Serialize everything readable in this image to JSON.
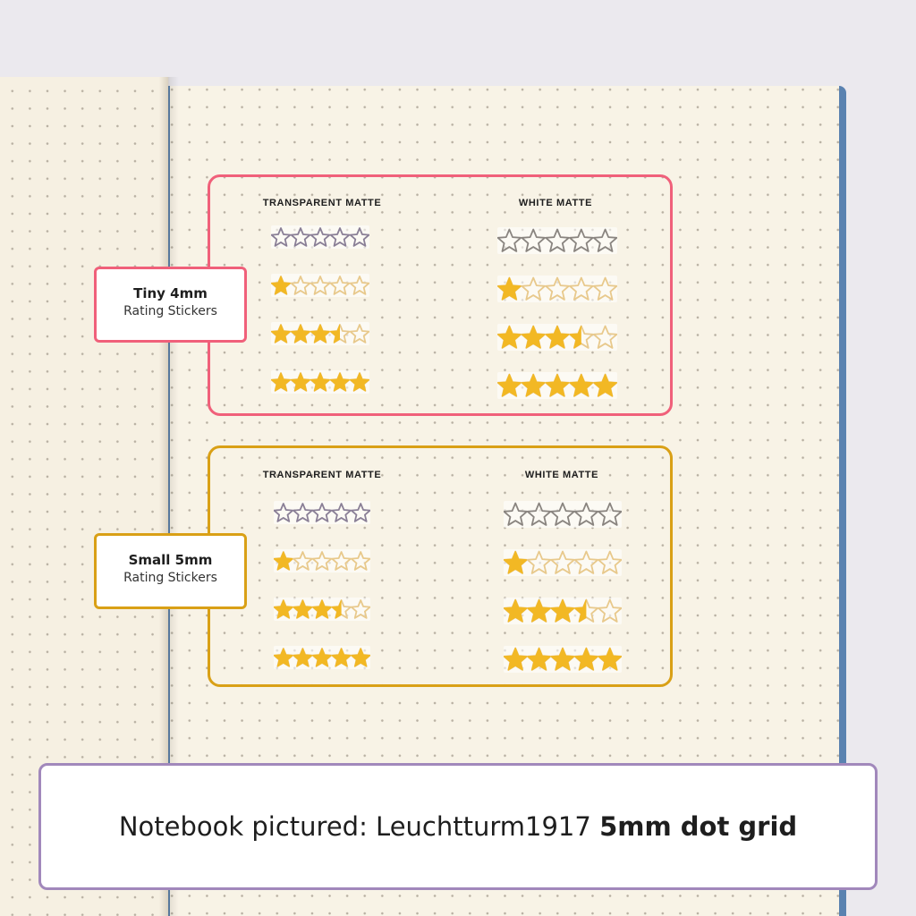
{
  "panels": [
    {
      "id": "tiny",
      "label_line1": "Tiny 4mm",
      "label_line2": "Rating Stickers",
      "accent": "#f0607a",
      "col_left": "TRANSPARENT MATTE",
      "col_right": "WHITE MATTE",
      "ratings": [
        0,
        1,
        3.5,
        5
      ]
    },
    {
      "id": "small",
      "label_line1": "Small 5mm",
      "label_line2": "Rating Stickers",
      "accent": "#d9a016",
      "col_left": "TRANSPARENT MATTE",
      "col_right": "WHITE MATTE",
      "ratings": [
        0,
        1,
        3.5,
        5
      ]
    }
  ],
  "caption": {
    "prefix": "Notebook pictured: Leuchtturm1917 ",
    "emphasis": "5mm dot grid",
    "border": "#a188bb"
  },
  "colors": {
    "star_fill": "#f2b824",
    "star_outline_empty_transparent": "#8a7f96",
    "star_outline_empty_white": "#8a8580",
    "star_outline_partial": "#e8c98c"
  }
}
